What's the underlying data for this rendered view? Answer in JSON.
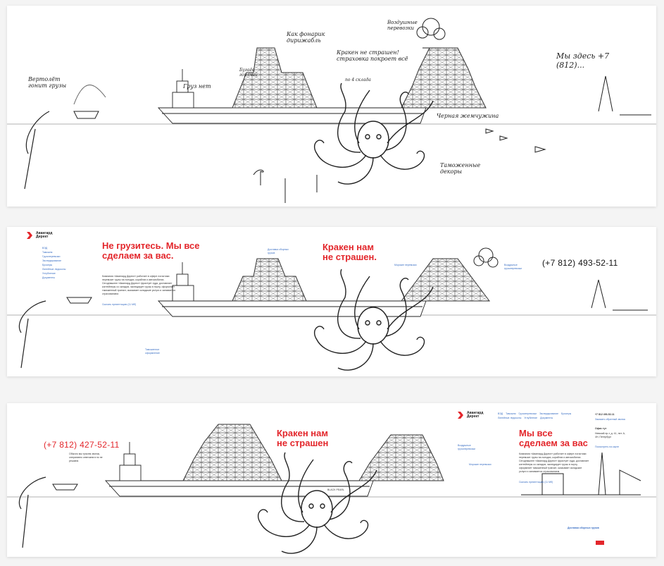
{
  "panel1": {
    "notes": [
      "Вертолёт гонит грузы",
      "Груз нет",
      "Бугаёв горячий",
      "Как фонарик дирижабль",
      "Кракен не страшен! страховка покроет всё",
      "по 4 склада",
      "Воздушные перевозки",
      "Мы здесь +7 (812)...",
      "Черная жемчужина",
      "Таможенные декоры"
    ]
  },
  "panel2": {
    "logo": "Авангард Директ",
    "nav": [
      "ВЭД",
      "Таможня",
      "Грузоперевозки",
      "Экспедирование",
      "Брокеры",
      "Линейные ледоколы",
      "Углубление",
      "Документы"
    ],
    "headline": "Не грузитесь. Мы все сделаем за вас.",
    "body": "Компания «Авангард Директ» работает в сфере логистики: перевозит грузы на поездах, кораблях и автомобилях. Сегодняшнее «Авангард Директ» фрахтует суда, доставляет контейнеры со складов, экспедирует грузы в порту, оформляет таможенный транзит, оказывает складские услуги и занимается страхованием.",
    "cta": "Скачать презентацию (11 Мб)",
    "headline2": "Кракен нам не страшен.",
    "phone": "(+7 812) 493-52-11",
    "links": [
      "Доставка сборных грузов",
      "Морские перевозки",
      "Воздушные грузоперевозки",
      "Таможенное оформление"
    ]
  },
  "panel3": {
    "phone": "(+7 812) 427-52-11",
    "phone_note": "Обычно мы трясем звонок, оперативно отвечаем в по не решаем.",
    "headline2": "Кракен нам не страшен",
    "logo": "Авангард Директ",
    "nav": [
      "ВЭД",
      "Таможня",
      "Грузоперевозки",
      "Экспедирование",
      "Брокеры",
      "Линейные ледоколы",
      "Углубление",
      "Документы"
    ],
    "headline": "Мы все сделаем за вас",
    "body": "Компания «Авангард Директ» работает в сфере логистики: перевозит грузы на поездах, кораблях и автомобилях. Сегодняшнее «Авангард Директ» фрахтует суда, доставляет контейнеры со складов, экспедирует грузы в порту, оформляет таможенный транзит, оказывает складские услуги и занимается страхованием.",
    "cta": "Скачать презентацию (11 Мб)",
    "contact_phone": "+7 812 493-52-11",
    "contact_link": "Заказать обратный звонок",
    "office_title": "Офис тут",
    "office_addr": "Невский пр-т, д. 41, лит. А, 4Н, Петербург",
    "office_link": "Посмотреть на карте",
    "links": [
      "Доставка сборных грузов",
      "Морские перевозки",
      "Воздушные грузоперевозки"
    ],
    "ship_name": "BLACK PEARL"
  },
  "colors": {
    "accent": "#e3262b",
    "link": "#3a6fc4"
  }
}
